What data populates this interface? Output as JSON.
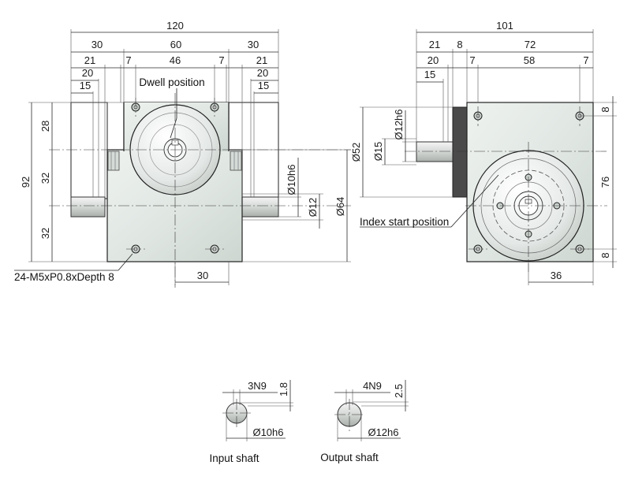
{
  "front_view": {
    "dims": {
      "overall_width": "120",
      "flange_left": "30",
      "body_width": "60",
      "flange_right": "30",
      "shaft_len_left": "21",
      "step_left": "7",
      "hole_pitch": "46",
      "step_right": "7",
      "shaft_len_right": "21",
      "shaft_20_left": "20",
      "shaft_20_right": "20",
      "shaft_15_left": "15",
      "shaft_15_right": "15",
      "height_total": "92",
      "h_top": "28",
      "h_mid": "32",
      "h_bottom": "32",
      "shaft_dia": "Ø10h6",
      "shaft_step_dia": "Ø12",
      "bore_dia": "Ø64",
      "offset_bottom": "30"
    },
    "labels": {
      "dwell_position": "Dwell position",
      "thread_note": "24-M5xP0.8xDepth 8"
    }
  },
  "side_view": {
    "dims": {
      "overall_width": "101",
      "shaft_len": "21",
      "collar": "8",
      "body_width": "72",
      "shaft_20": "20",
      "step_left": "7",
      "hole_pitch": "58",
      "step_right": "7",
      "shaft_15": "15",
      "dia_52": "Ø52",
      "dia_15": "Ø15",
      "dia_12h6": "Ø12h6",
      "top_8": "8",
      "pitch_76": "76",
      "bottom_8": "8",
      "offset_36": "36"
    },
    "labels": {
      "index_start": "Index start position"
    }
  },
  "input_shaft": {
    "label": "Input shaft",
    "key": "3N9",
    "depth": "1.8",
    "dia": "Ø10h6"
  },
  "output_shaft": {
    "label": "Output shaft",
    "key": "4N9",
    "depth": "2.5",
    "dia": "Ø12h6"
  },
  "colors": {
    "body": "#dfe6e2",
    "line": "#222222"
  }
}
